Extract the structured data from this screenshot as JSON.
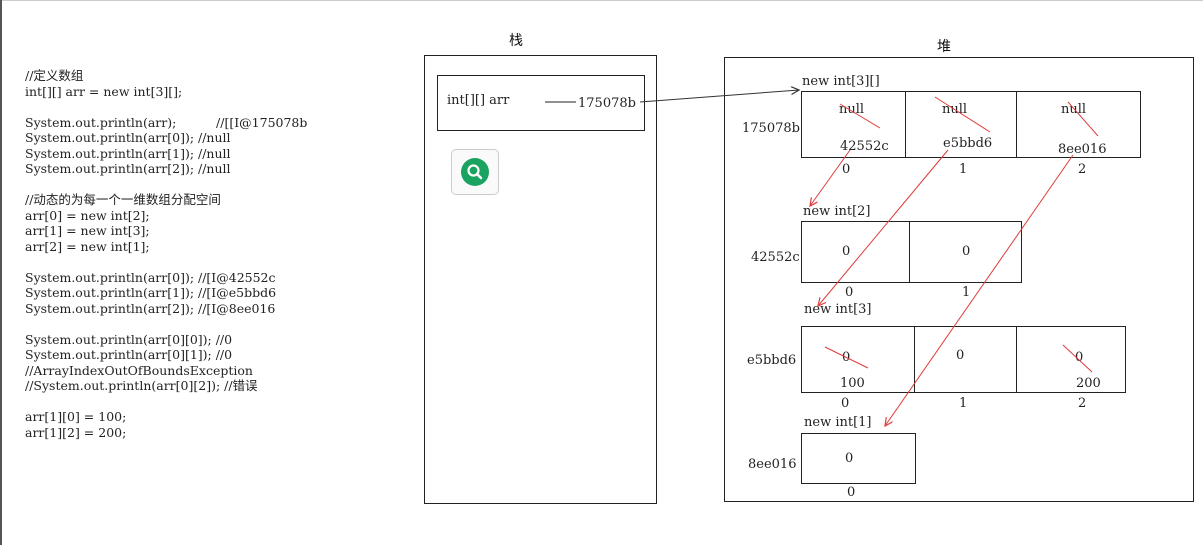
{
  "code_lines": [
    "//定义数组",
    "int[][] arr = new int[3][];",
    "",
    "System.out.println(arr);          //[[I@175078b",
    "System.out.println(arr[0]); //null",
    "System.out.println(arr[1]); //null",
    "System.out.println(arr[2]); //null",
    "",
    "//动态的为每一个一维数组分配空间",
    "arr[0] = new int[2];",
    "arr[1] = new int[3];",
    "arr[2] = new int[1];",
    "",
    "System.out.println(arr[0]); //[I@42552c",
    "System.out.println(arr[1]); //[I@e5bbd6",
    "System.out.println(arr[2]); //[I@8ee016",
    "",
    "System.out.println(arr[0][0]); //0",
    "System.out.println(arr[0][1]); //0",
    "//ArrayIndexOutOfBoundsException",
    "//System.out.println(arr[0][2]); //错误",
    "",
    "arr[1][0] = 100;",
    "arr[1][2] = 200;"
  ],
  "stack": {
    "title": "栈",
    "var_label": "int[][] arr",
    "var_value": "175078b"
  },
  "heap": {
    "title": "堆",
    "outer": {
      "header": "new int[3][]",
      "address": "175078b",
      "cells": [
        {
          "old": "null",
          "new": "42552c",
          "index": "0"
        },
        {
          "old": "null",
          "new": "e5bbd6",
          "index": "1"
        },
        {
          "old": "null",
          "new": "8ee016",
          "index": "2"
        }
      ]
    },
    "arr0": {
      "header": "new int[2]",
      "address": "42552c",
      "cells": [
        {
          "value": "0",
          "index": "0"
        },
        {
          "value": "0",
          "index": "1"
        }
      ]
    },
    "arr1": {
      "header": "new int[3]",
      "address": "e5bbd6",
      "cells": [
        {
          "old": "0",
          "new": "100",
          "index": "0"
        },
        {
          "value": "0",
          "index": "1"
        },
        {
          "old": "0",
          "new": "200",
          "index": "2"
        }
      ]
    },
    "arr2": {
      "header": "new int[1]",
      "address": "8ee016",
      "cells": [
        {
          "value": "0",
          "index": "0"
        }
      ]
    }
  },
  "colors": {
    "arrow_red": "#e03b3b",
    "search_green": "#1aa260"
  },
  "icons": {
    "search": "search-icon"
  }
}
